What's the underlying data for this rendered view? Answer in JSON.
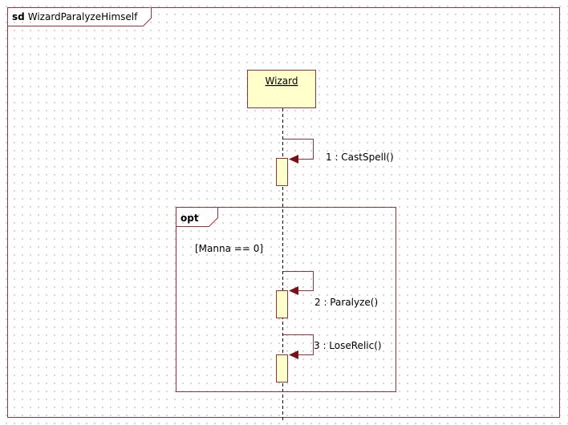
{
  "frame": {
    "keyword": "sd",
    "name": "WizardParalyzeHimself"
  },
  "lifeline": {
    "name": "Wizard"
  },
  "fragment": {
    "operator": "opt",
    "guard": "[Manna == 0]"
  },
  "messages": [
    {
      "label": "1 : CastSpell()"
    },
    {
      "label": "2 : Paralyze()"
    },
    {
      "label": "3 : LoseRelic()"
    }
  ],
  "colors": {
    "border": "#a03035",
    "fill": "#ffffcc",
    "arrow": "#7a1015",
    "lifeline": "#000000"
  }
}
